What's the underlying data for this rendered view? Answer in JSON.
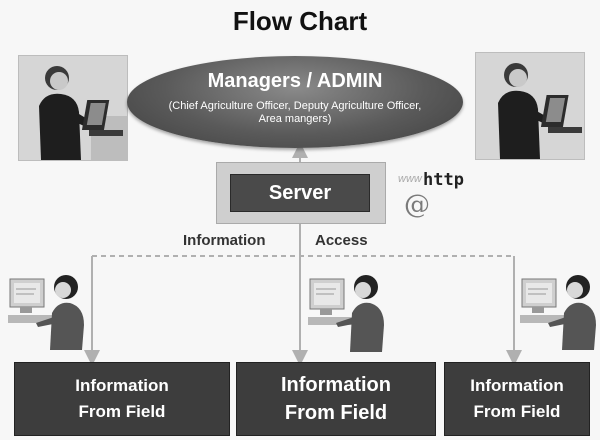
{
  "title": "Flow Chart",
  "managers": {
    "title": "Managers / ADMIN",
    "subtitle": "(Chief Agriculture Officer, Deputy Agriculture Officer, Area mangers)"
  },
  "server": {
    "label": "Server"
  },
  "web": {
    "http": "http",
    "at": "@",
    "www": "www"
  },
  "labels": {
    "information": "Information",
    "access": "Access"
  },
  "field_boxes": [
    {
      "line1": "Information",
      "line2": "From  Field"
    },
    {
      "line1": "Information",
      "line2": "From  Field"
    },
    {
      "line1": "Information",
      "line2": "From  Field"
    }
  ],
  "colors": {
    "ellipse": "#5a5a5a",
    "server": "#4a4a4a",
    "field_box": "#3d3d3d",
    "connector": "#b0b0b0"
  }
}
